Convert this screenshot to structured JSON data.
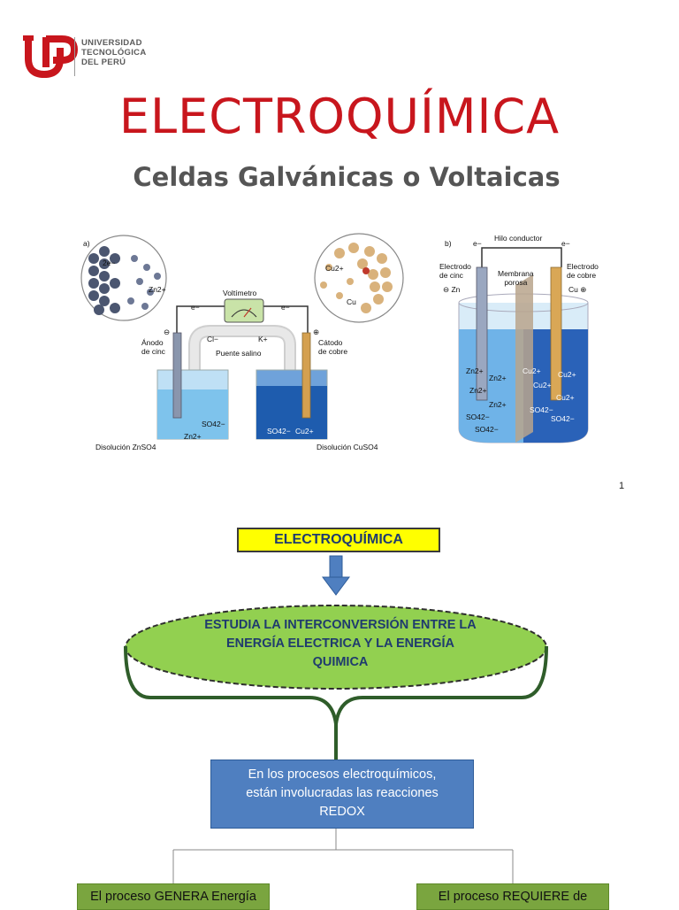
{
  "slide1": {
    "logo": {
      "line1": "UNIVERSIDAD",
      "line2": "TECNOLÓGICA",
      "line3": "DEL PERÚ",
      "brand_color": "#c8161d"
    },
    "title": "ELECTROQUÍMICA",
    "subtitle": "Celdas Galvánicas o Voltaicas",
    "page_number": "1",
    "figure_a": {
      "label": "a)",
      "voltmeter": "Voltímetro",
      "electron_left": "e−",
      "electron_right": "e−",
      "anode": "Ánodo\nde cinc",
      "cathode": "Cátodo\nde cobre",
      "salt_bridge": "Puente salino",
      "cl_ion": "Cl−",
      "k_ion": "K+",
      "zn_ion": "Zn2+",
      "two_e": "2e−",
      "cu_ion": "Cu2+",
      "cu": "Cu",
      "left_solution": "Disolución ZnSO4",
      "right_solution": "Disolución CuSO4",
      "left_beaker_zn": "Zn2+",
      "left_beaker_so4": "SO42−",
      "right_beaker_so4": "SO42−",
      "right_beaker_cu": "Cu2+",
      "minus_sign": "⊖",
      "plus_sign": "⊕"
    },
    "figure_b": {
      "label": "b)",
      "wire": "Hilo conductor",
      "electron_left": "e−",
      "electron_right": "e−",
      "zinc_electrode": "Electrodo\nde cinc",
      "copper_electrode": "Electrodo\nde cobre",
      "membrane": "Membrana\nporosa",
      "zn_terminal": "⊖ Zn",
      "cu_terminal": "Cu ⊕",
      "ions_left": [
        "Zn2+",
        "Zn2+",
        "Zn2+",
        "Zn2+",
        "SO42−",
        "SO42−"
      ],
      "ions_right": [
        "Cu2+",
        "Cu2+",
        "Cu2+",
        "Cu2+",
        "SO42−",
        "SO42−"
      ]
    }
  },
  "slide2": {
    "topic": "ELECTROQUÍMICA",
    "definition_line1": "ESTUDIA LA INTERCONVERSIÓN ENTRE LA",
    "definition_line2": "ENERGÍA ELECTRICA Y LA ENERGÍA",
    "definition_line3": "QUIMICA",
    "redox_line1": "En los procesos electroquímicos,",
    "redox_line2": "están involucradas las reacciones",
    "redox_line3": "REDOX",
    "left_branch": "El proceso GENERA Energía",
    "right_branch": "El proceso REQUIERE de",
    "colors": {
      "ellipse_fill": "#92d050",
      "arrow_fill": "#4f7fc0",
      "redox_fill": "#4f7fc0",
      "branch_fill": "#7aa53f",
      "topic_fill": "#ffff00"
    }
  }
}
